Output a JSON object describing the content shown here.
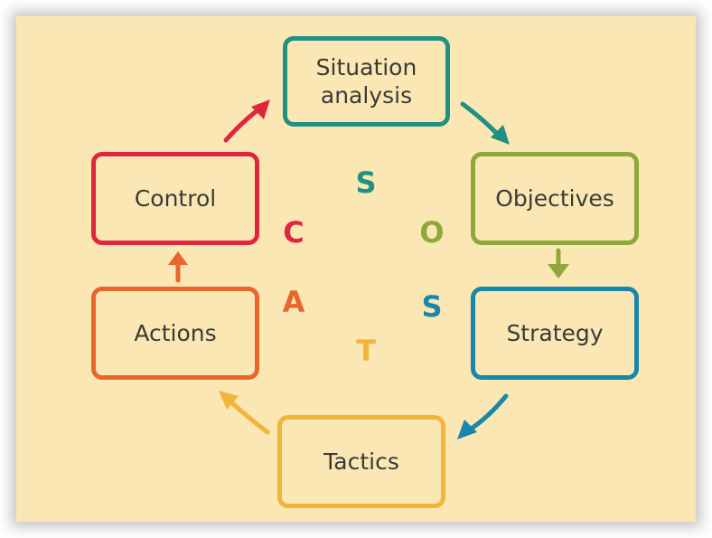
{
  "colors": {
    "background": "#fbe7b3",
    "situation": "#1f9180",
    "objectives": "#8ea83b",
    "strategy": "#1a86ad",
    "tactics": "#f2b43b",
    "actions": "#e8652e",
    "control": "#e0263f"
  },
  "stages": {
    "situation": "Situation\nanalysis",
    "objectives": "Objectives",
    "strategy": "Strategy",
    "tactics": "Tactics",
    "actions": "Actions",
    "control": "Control"
  },
  "acronym": {
    "s1": "S",
    "o": "O",
    "s2": "S",
    "t": "T",
    "a": "A",
    "c": "C"
  }
}
